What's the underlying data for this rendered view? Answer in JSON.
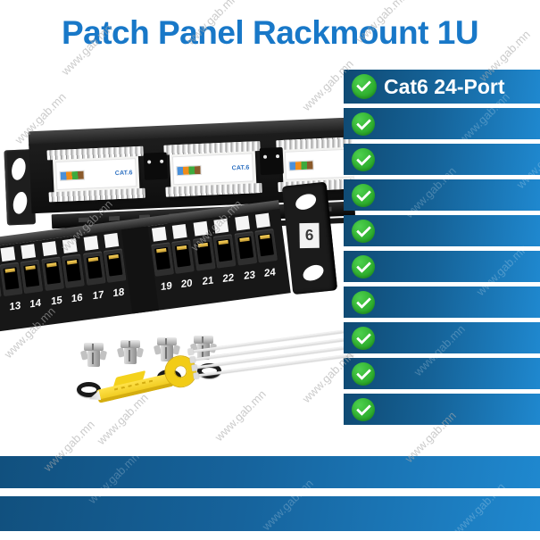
{
  "title": "Patch Panel Rackmount 1U",
  "watermark_text": "www.gab.mn",
  "colors": {
    "title_blue": "#1878c8",
    "row_gradient_dark": "#0f4a73",
    "row_gradient_light": "#1f88cf",
    "check_green": "#2db92d",
    "tool_yellow": "#f2cc16",
    "port_pin_gold": "#e7b93c"
  },
  "feature_table": {
    "rows": [
      {
        "label": "Cat6 24-Port"
      },
      {
        "label": ""
      },
      {
        "label": ""
      },
      {
        "label": ""
      },
      {
        "label": ""
      },
      {
        "label": ""
      },
      {
        "label": ""
      },
      {
        "label": ""
      },
      {
        "label": ""
      },
      {
        "label": ""
      }
    ]
  },
  "rear_panel": {
    "idc_label": "CAT.6",
    "block_count": 3
  },
  "front_panel": {
    "port_numbers": [
      "13",
      "14",
      "15",
      "16",
      "17",
      "18",
      "19",
      "20",
      "21",
      "22",
      "23",
      "24"
    ],
    "ear_label": "6"
  },
  "accessories": {
    "screw_count": 4,
    "washer_count": 4,
    "cable_tie_count": 4,
    "tool": "punch-down-tool"
  }
}
